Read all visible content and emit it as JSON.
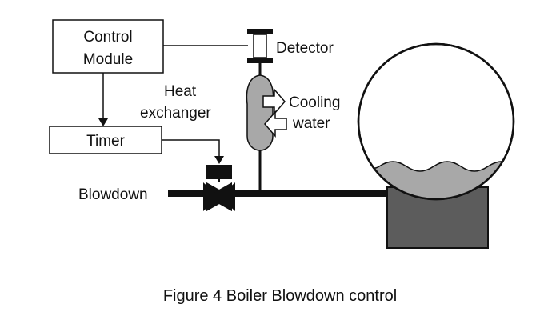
{
  "labels": {
    "control_module_line1": "Control",
    "control_module_line2": "Module",
    "timer": "Timer",
    "detector": "Detector",
    "heat_exchanger_line1": "Heat",
    "heat_exchanger_line2": "exchanger",
    "cooling_water_line1": "Cooling",
    "cooling_water_line2": "water",
    "blowdown": "Blowdown"
  },
  "caption": "Figure 4 Boiler Blowdown control",
  "colors": {
    "line": "#111111",
    "vessel_fill": "#a8a8a8",
    "water_fill": "#a8a8a8",
    "base_fill": "#5c5c5c",
    "pipe": "#111111"
  }
}
